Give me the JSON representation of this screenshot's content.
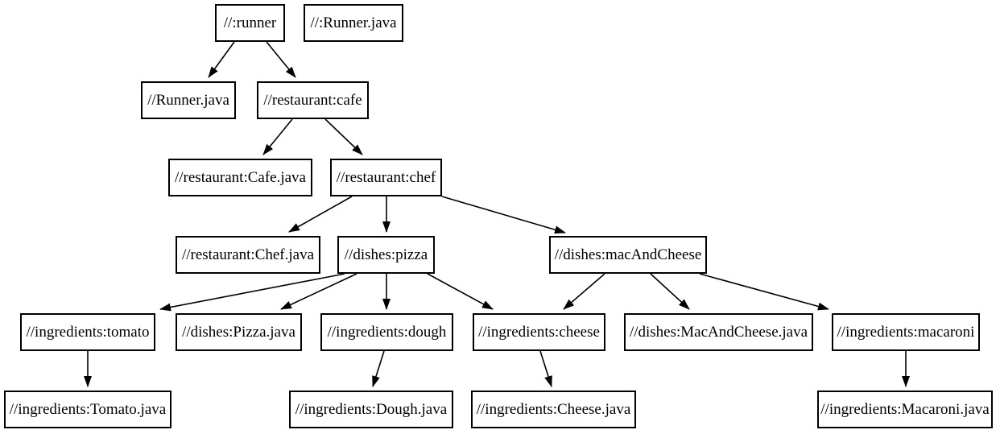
{
  "diagram": {
    "type": "dependency-graph",
    "background_color": "#ffffff",
    "node_fill_color": "#ffffff",
    "node_border_color": "#000000",
    "text_color": "#000000",
    "edge_color": "#000000",
    "arrowhead": "filled-triangle"
  },
  "nodes": [
    {
      "id": "runner",
      "label": "//:runner"
    },
    {
      "id": "runner-java-top",
      "label": "//:Runner.java"
    },
    {
      "id": "runner-java",
      "label": "//Runner.java"
    },
    {
      "id": "restaurant-cafe",
      "label": "//restaurant:cafe"
    },
    {
      "id": "restaurant-cafe-java",
      "label": "//restaurant:Cafe.java"
    },
    {
      "id": "restaurant-chef",
      "label": "//restaurant:chef"
    },
    {
      "id": "restaurant-chef-java",
      "label": "//restaurant:Chef.java"
    },
    {
      "id": "dishes-pizza",
      "label": "//dishes:pizza"
    },
    {
      "id": "dishes-mac-and-cheese",
      "label": "//dishes:macAndCheese"
    },
    {
      "id": "ingredients-tomato",
      "label": "//ingredients:tomato"
    },
    {
      "id": "dishes-pizza-java",
      "label": "//dishes:Pizza.java"
    },
    {
      "id": "ingredients-dough",
      "label": "//ingredients:dough"
    },
    {
      "id": "ingredients-cheese",
      "label": "//ingredients:cheese"
    },
    {
      "id": "dishes-mac-and-cheese-java",
      "label": "//dishes:MacAndCheese.java"
    },
    {
      "id": "ingredients-macaroni",
      "label": "//ingredients:macaroni"
    },
    {
      "id": "ingredients-tomato-java",
      "label": "//ingredients:Tomato.java"
    },
    {
      "id": "ingredients-dough-java",
      "label": "//ingredients:Dough.java"
    },
    {
      "id": "ingredients-cheese-java",
      "label": "//ingredients:Cheese.java"
    },
    {
      "id": "ingredients-macaroni-java",
      "label": "//ingredients:Macaroni.java"
    }
  ],
  "edges": [
    {
      "from": "//:runner",
      "to": "//Runner.java"
    },
    {
      "from": "//:runner",
      "to": "//restaurant:cafe"
    },
    {
      "from": "//restaurant:cafe",
      "to": "//restaurant:Cafe.java"
    },
    {
      "from": "//restaurant:cafe",
      "to": "//restaurant:chef"
    },
    {
      "from": "//restaurant:chef",
      "to": "//restaurant:Chef.java"
    },
    {
      "from": "//restaurant:chef",
      "to": "//dishes:pizza"
    },
    {
      "from": "//restaurant:chef",
      "to": "//dishes:macAndCheese"
    },
    {
      "from": "//dishes:pizza",
      "to": "//ingredients:tomato"
    },
    {
      "from": "//dishes:pizza",
      "to": "//dishes:Pizza.java"
    },
    {
      "from": "//dishes:pizza",
      "to": "//ingredients:dough"
    },
    {
      "from": "//dishes:pizza",
      "to": "//ingredients:cheese"
    },
    {
      "from": "//dishes:macAndCheese",
      "to": "//ingredients:cheese"
    },
    {
      "from": "//dishes:macAndCheese",
      "to": "//dishes:MacAndCheese.java"
    },
    {
      "from": "//dishes:macAndCheese",
      "to": "//ingredients:macaroni"
    },
    {
      "from": "//ingredients:tomato",
      "to": "//ingredients:Tomato.java"
    },
    {
      "from": "//ingredients:dough",
      "to": "//ingredients:Dough.java"
    },
    {
      "from": "//ingredients:cheese",
      "to": "//ingredients:Cheese.java"
    },
    {
      "from": "//ingredients:macaroni",
      "to": "//ingredients:Macaroni.java"
    }
  ]
}
